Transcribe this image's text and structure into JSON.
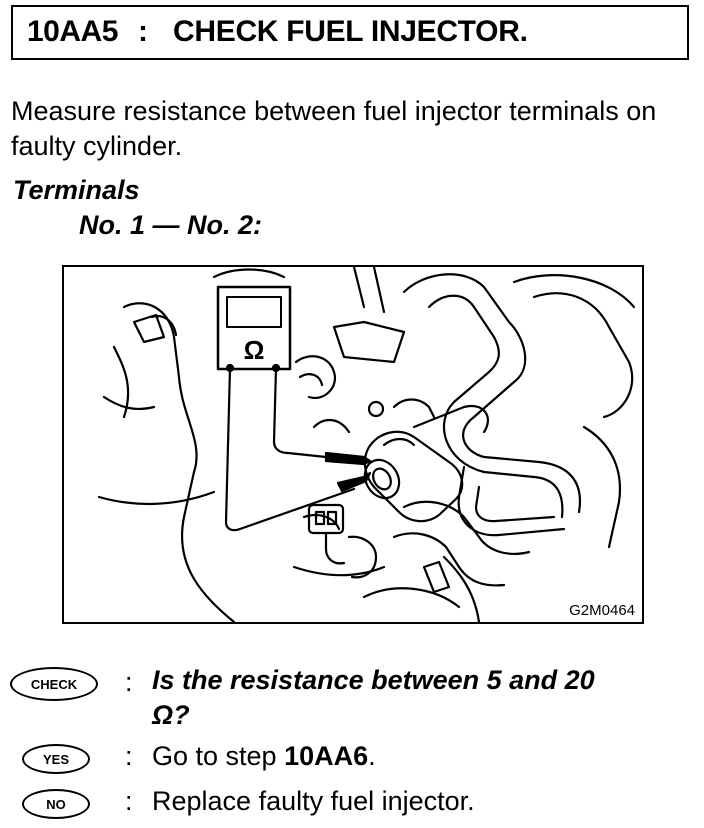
{
  "step": {
    "code": "10AA5",
    "colon": ":",
    "title": "CHECK FUEL INJECTOR."
  },
  "instruction": "Measure resistance between fuel injector terminals on faulty cylinder.",
  "terminals": {
    "heading": "Terminals",
    "pair": "No. 1 — No. 2:"
  },
  "figure": {
    "meter_symbol": "Ω",
    "id": "G2M0464"
  },
  "check": {
    "badge": "CHECK",
    "colon": ":",
    "question_line1": "Is the resistance between 5 and 20",
    "question_line2": "Ω?"
  },
  "yes": {
    "badge": "YES",
    "colon": ":",
    "text": "Go to step ",
    "step_ref": "10AA6",
    "suffix": "."
  },
  "no": {
    "badge": "NO",
    "colon": ":",
    "text": "Replace faulty fuel injector."
  }
}
